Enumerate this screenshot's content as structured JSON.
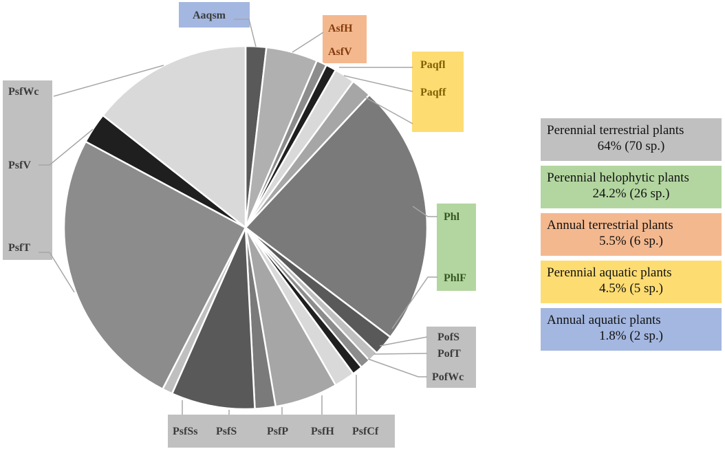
{
  "colors": {
    "perennial_terrestrial": "#c0c0c0",
    "perennial_helophytic": "#b3d6a0",
    "annual_terrestrial": "#f4b88f",
    "perennial_aquatic": "#fddc72",
    "annual_aquatic": "#a4b7e0"
  },
  "chart_data": {
    "type": "pie",
    "title": "",
    "slices": [
      {
        "label": "Aaqsm",
        "value": 1.8,
        "color": "#595959",
        "group": "annual_aquatic"
      },
      {
        "label": "AsfH",
        "value": 4.5,
        "color": "#b0b0b0",
        "group": "annual_terrestrial"
      },
      {
        "label": "AsfV",
        "value": 0.9,
        "color": "#8c8c8c",
        "group": "annual_terrestrial"
      },
      {
        "label": "",
        "value": 0.9,
        "color": "#1f1f1f",
        "group": "perennial_aquatic"
      },
      {
        "label": "Paqfl",
        "value": 1.8,
        "color": "#d9d9d9",
        "group": "perennial_aquatic"
      },
      {
        "label": "Paqff",
        "value": 1.8,
        "color": "#a6a6a6",
        "group": "perennial_aquatic"
      },
      {
        "label": "Phl",
        "value": 22.9,
        "color": "#7a7a7a",
        "group": "perennial_helophytic"
      },
      {
        "label": "PhlF",
        "value": 1.8,
        "color": "#595959",
        "group": "perennial_helophytic"
      },
      {
        "label": "PofS",
        "value": 0.9,
        "color": "#bfbfbf",
        "group": "perennial_terrestrial"
      },
      {
        "label": "PofT",
        "value": 0.9,
        "color": "#8c8c8c",
        "group": "perennial_terrestrial"
      },
      {
        "label": "PofWc",
        "value": 0.9,
        "color": "#1f1f1f",
        "group": "perennial_terrestrial"
      },
      {
        "label": "PsfCf",
        "value": 1.8,
        "color": "#d9d9d9",
        "group": "perennial_terrestrial"
      },
      {
        "label": "PsfH",
        "value": 5.5,
        "color": "#a6a6a6",
        "group": "perennial_terrestrial"
      },
      {
        "label": "PsfP",
        "value": 1.8,
        "color": "#7a7a7a",
        "group": "perennial_terrestrial"
      },
      {
        "label": "PsfS",
        "value": 7.3,
        "color": "#595959",
        "group": "perennial_terrestrial"
      },
      {
        "label": "PsfSs",
        "value": 0.9,
        "color": "#bfbfbf",
        "group": "perennial_terrestrial"
      },
      {
        "label": "PsfT",
        "value": 24.8,
        "color": "#8c8c8c",
        "group": "perennial_terrestrial"
      },
      {
        "label": "PsfV",
        "value": 2.7,
        "color": "#1f1f1f",
        "group": "perennial_terrestrial"
      },
      {
        "label": "PsfWc",
        "value": 14.1,
        "color": "#d9d9d9",
        "group": "perennial_terrestrial"
      }
    ],
    "legend": [
      {
        "name": "Perennial terrestrial plants",
        "value": "64% (70 sp.)",
        "group": "perennial_terrestrial"
      },
      {
        "name": "Perennial helophytic plants",
        "value": "24.2% (26 sp.)",
        "group": "perennial_helophytic"
      },
      {
        "name": "Annual terrestrial plants",
        "value": "5.5% (6 sp.)",
        "group": "annual_terrestrial"
      },
      {
        "name": "Perennial aquatic plants",
        "value": "4.5% (5 sp.)",
        "group": "perennial_aquatic"
      },
      {
        "name": "Annual aquatic plants",
        "value": "1.8% (2 sp.)",
        "group": "annual_aquatic"
      }
    ]
  }
}
